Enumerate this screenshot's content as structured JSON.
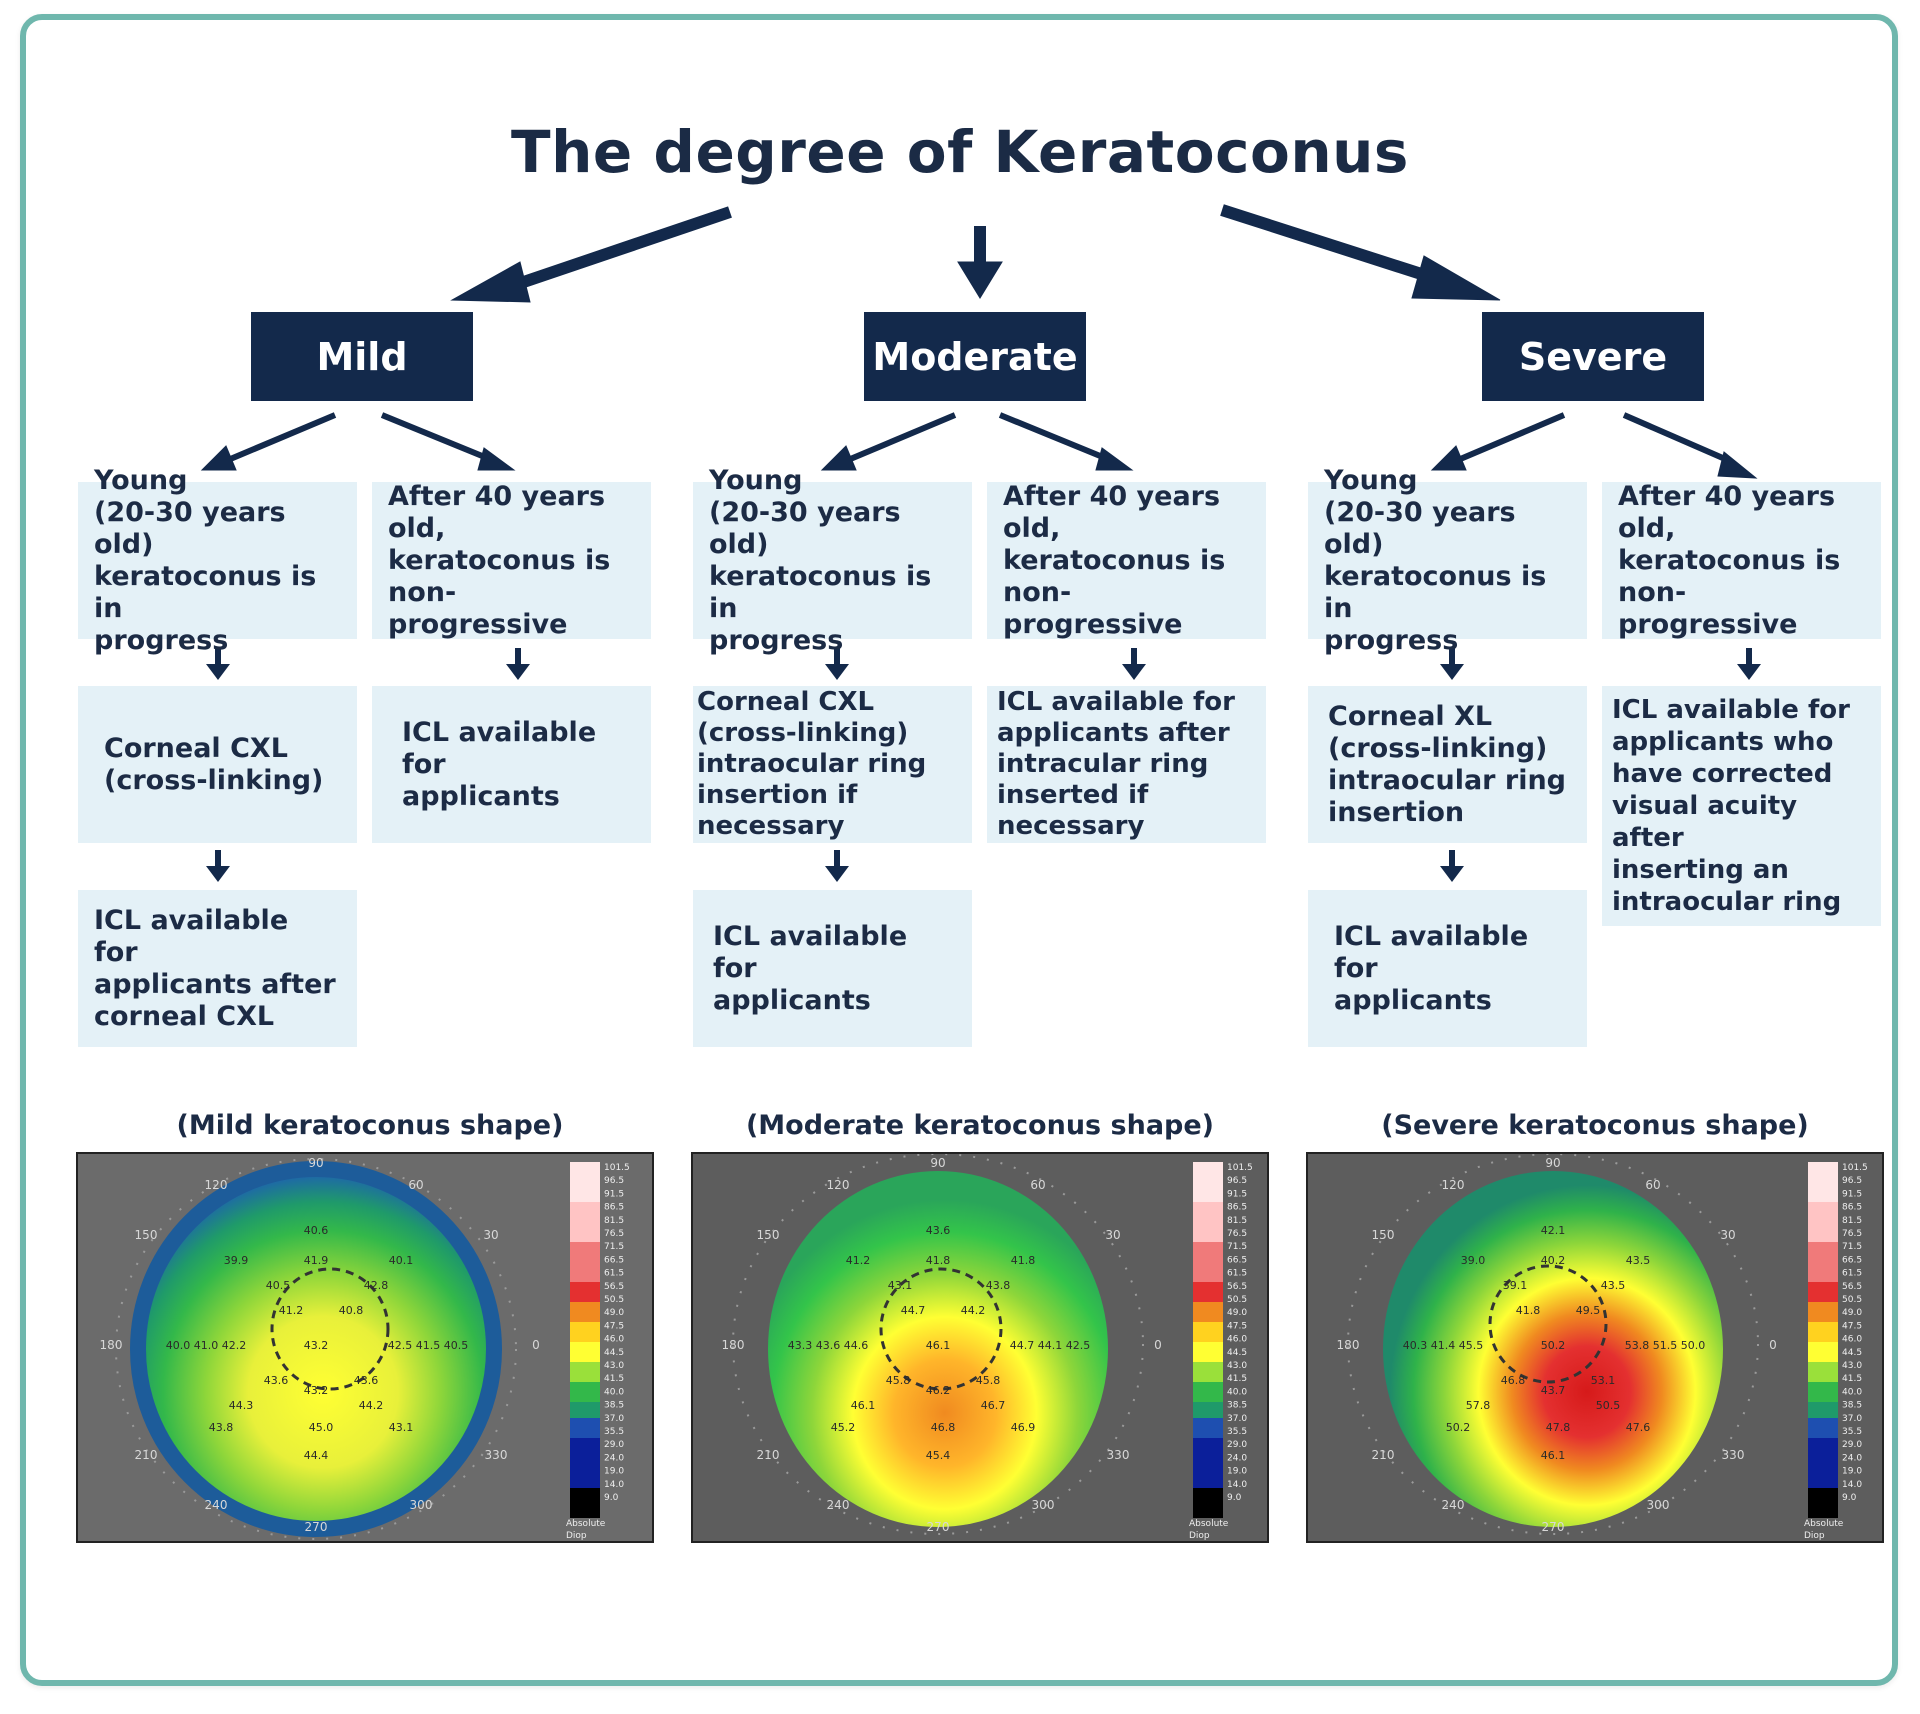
{
  "title": "The degree of Keratoconus",
  "levels": [
    {
      "label": "Mild",
      "young": "Young\n(20-30 years old)\nkeratoconus is in\nprogress",
      "older": "After 40 years old,\nkeratoconus is\nnon-progressive",
      "young_step1": "Corneal CXL\n(cross-linking)",
      "young_step2": "ICL available for\napplicants after\ncorneal CXL",
      "older_step1": "ICL available for\napplicants",
      "caption": "(Mild keratoconus shape)"
    },
    {
      "label": "Moderate",
      "young": "Young\n(20-30 years old)\nkeratoconus is in\nprogress",
      "older": "After 40 years old,\nkeratoconus is\nnon-progressive",
      "young_step1": "Corneal CXL\n(cross-linking)\nintraocular ring\ninsertion if necessary",
      "young_step2": "ICL available for\napplicants",
      "older_step1": "ICL available for\napplicants after\nintracular ring\ninserted if necessary",
      "caption": "(Moderate keratoconus shape)"
    },
    {
      "label": "Severe",
      "young": "Young\n(20-30 years old)\nkeratoconus is in\nprogress",
      "older": "After 40 years old,\nkeratoconus is\nnon-progressive",
      "young_step1": "Corneal XL\n(cross-linking)\nintraocular ring\ninsertion",
      "young_step2": "ICL available for\napplicants",
      "older_step1": "ICL available for\napplicants who\nhave corrected\nvisual acuity after\ninserting an\nintraocular ring",
      "caption": "(Severe keratoconus shape)"
    }
  ],
  "maps": {
    "scale_labels": [
      "101.5",
      "96.5",
      "91.5",
      "86.5",
      "81.5",
      "76.5",
      "71.5",
      "66.5",
      "61.5",
      "56.5",
      "50.5",
      "49.0",
      "47.5",
      "46.0",
      "44.5",
      "43.0",
      "41.5",
      "40.0",
      "38.5",
      "37.0",
      "35.5",
      "29.0",
      "24.0",
      "19.0",
      "14.0",
      "9.0"
    ],
    "scale_footer": "Absolute\nDiop",
    "degree_labels": [
      "90",
      "120",
      "60",
      "150",
      "30",
      "180",
      "0",
      "210",
      "330",
      "240",
      "300",
      "270"
    ],
    "mild_values": [
      "40.6",
      "39.9",
      "41.9",
      "40.1",
      "40.5",
      "42.8",
      "41.2",
      "40.8",
      "40.0 41.0 42.2",
      "43.2",
      "42.5 41.5 40.5",
      "43.6",
      "43.6",
      "44.3",
      "43.2",
      "44.2",
      "43.8",
      "45.0",
      "43.1",
      "44.4"
    ],
    "moderate_values": [
      "43.6",
      "41.2",
      "41.8",
      "41.8",
      "43.1",
      "43.8",
      "44.7",
      "44.2",
      "43.3 43.6 44.6",
      "46.1",
      "44.7 44.1 42.5",
      "45.8",
      "45.8",
      "46.1",
      "46.2",
      "46.7",
      "45.2",
      "46.8",
      "46.9",
      "45.4"
    ],
    "severe_values": [
      "42.1",
      "39.0",
      "40.2",
      "43.5",
      "39.1",
      "43.5",
      "41.8",
      "49.5",
      "40.3 41.4 45.5",
      "50.2",
      "53.8 51.5 50.0",
      "46.8",
      "53.1",
      "57.8",
      "43.7",
      "50.5",
      "50.2",
      "47.8",
      "47.6",
      "46.1"
    ]
  },
  "colors": {
    "frame": "#6fb7ad",
    "level_bg": "#13294b",
    "box_bg": "#e4f1f7",
    "text": "#1c2b45"
  }
}
